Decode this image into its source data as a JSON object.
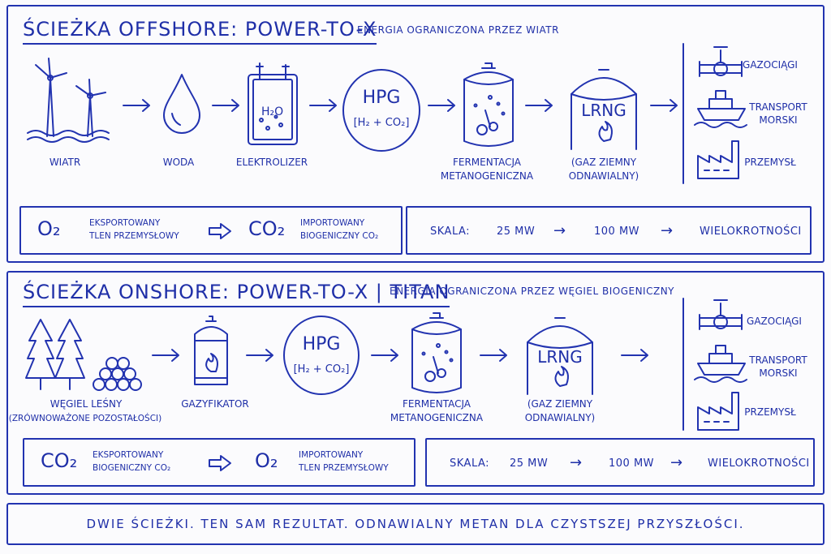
{
  "offshore": {
    "title": "Ścieżka offshore: Power-to-X",
    "subtitle": "Energia ograniczona przez wiatr",
    "steps": [
      "Wiatr",
      "Woda",
      "Elektrolizer"
    ],
    "electrolyzer_formula": "H₂O",
    "hpg": {
      "label": "HPG",
      "formula": "[H₂ + CO₂]"
    },
    "fermentation": [
      "Fermentacja",
      "metanogeniczna"
    ],
    "lrng": {
      "label": "LRNG",
      "caption": [
        "(gaz ziemny",
        "odnawialny)"
      ]
    },
    "outputs": [
      "Gazociągi",
      "Transport morski",
      "Przemysł"
    ],
    "exchange": {
      "left_symbol": "O₂",
      "left_text": [
        "Eksportowany",
        "tlen przemysłowy"
      ],
      "right_symbol": "CO₂",
      "right_text": [
        "Importowany",
        "biogeniczny CO₂"
      ]
    },
    "scale": {
      "label": "Skala:",
      "from": "25 MW",
      "to": "100 MW",
      "end": "Wielokrotności"
    }
  },
  "onshore": {
    "title": "Ścieżka onshore: Power-to-X | Titan",
    "subtitle": "Energia ograniczona przez węgiel biogeniczny",
    "steps": [
      "Węgiel leśny",
      "(zrównoważone pozostałości)",
      "Gazyfikator"
    ],
    "hpg": {
      "label": "HPG",
      "formula": "[H₂ + CO₂]"
    },
    "fermentation": [
      "Fermentacja",
      "metanogeniczna"
    ],
    "lrng": {
      "label": "LRNG",
      "caption": [
        "(gaz ziemny",
        "odnawialny)"
      ]
    },
    "outputs": [
      "Gazociągi",
      "Transport morski",
      "Przemysł"
    ],
    "exchange": {
      "left_symbol": "CO₂",
      "left_text": [
        "Eksportowany",
        "biogeniczny CO₂"
      ],
      "right_symbol": "O₂",
      "right_text": [
        "Importowany",
        "tlen przemysłowy"
      ]
    },
    "scale": {
      "label": "Skala:",
      "from": "25 MW",
      "to": "100 MW",
      "end": "Wielokrotności"
    }
  },
  "footer": "Dwie ścieżki. Ten sam rezultat. Odnawialny metan dla czystszej przyszłości.",
  "colors": {
    "ink": "#2233b0",
    "background": "#fbfbfd"
  },
  "arrow": "→"
}
